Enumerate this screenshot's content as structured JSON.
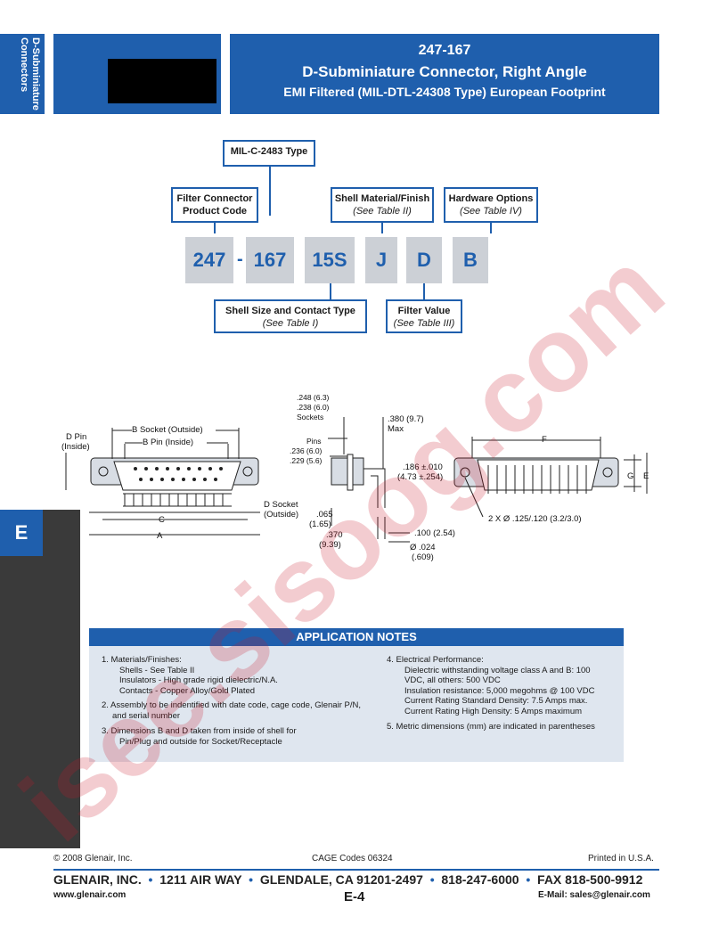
{
  "side_tab": {
    "text": "D-Subminiature Connectors"
  },
  "header": {
    "part_number": "247-167",
    "title": "D-Subminiature Connector, Right Angle",
    "subtitle": "EMI Filtered (MIL-DTL-24308 Type) European Footprint"
  },
  "ordering": {
    "mil_type": "MIL-C-2483 Type",
    "filter_code_l1": "Filter Connector",
    "filter_code_l2": "Product Code",
    "shell_label": "Shell Material/Finish",
    "shell_ref": "(See Table II)",
    "hardware_label": "Hardware Options",
    "hardware_ref": "(See Table IV)",
    "parts": [
      "247",
      "167",
      "15S",
      "J",
      "D",
      "B"
    ],
    "dash": "-",
    "size_label": "Shell Size and Contact Type",
    "size_ref": "(See Table I)",
    "filter_label": "Filter Value",
    "filter_ref": "(See Table III)"
  },
  "section_tab": {
    "letter": "E"
  },
  "drawing": {
    "d_pin_l1": "D Pin",
    "d_pin_l2": "(Inside)",
    "b_socket": "B Socket (Outside)",
    "b_pin": "B Pin (Inside)",
    "c_label": "C",
    "a_label": "A",
    "d_socket_l1": "D Socket",
    "d_socket_l2": "(Outside)",
    "sockets_l1": ".248 (6.3)",
    "sockets_l2": ".238 (6.0)",
    "sockets_l3": "Sockets",
    "pins_label": "Pins",
    "pins_l1": ".236 (6.0)",
    "pins_l2": ".229 (5.6)",
    "max_l1": ".380 (9.7)",
    "max_l2": "Max",
    "d186_l1": ".186 ±.010",
    "d186_l2": "(4.73 ±.254)",
    "d065_l1": ".065",
    "d065_l2": "(1.65)",
    "d370_l1": ".370",
    "d370_l2": "(9.39)",
    "d100": ".100 (2.54)",
    "d024_l1": "Ø .024",
    "d024_l2": "(.609)",
    "f_label": "F",
    "g_label": "G",
    "e_label": "E",
    "holes": "2 X Ø .125/.120 (3.2/3.0)"
  },
  "notes": {
    "heading": "APPLICATION NOTES",
    "n1": "1.  Materials/Finishes:",
    "n1a": "Shells - See Table II",
    "n1b": "Insulators - High grade rigid dielectric/N.A.",
    "n1c": "Contacts - Copper Alloy/Gold Plated",
    "n2a": "2.  Assembly to be indentified with date code, cage code, Glenair P/N,",
    "n2b": "and serial number",
    "n3a": "3.  Dimensions B and D taken from inside of shell for",
    "n3b": "Pin/Plug and outside for Socket/Receptacle",
    "n4": "4.  Electrical Performance:",
    "n4a": "Dielectric withstanding voltage class A and B: 100",
    "n4b": "VDC, all others: 500 VDC",
    "n4c": "Insulation resistance: 5,000 megohms @ 100 VDC",
    "n4d": "Current Rating Standard Density: 7.5 Amps max.",
    "n4e": "Current Rating High Density: 5 Amps maximum",
    "n5": "5.  Metric dimensions (mm) are indicated in parentheses"
  },
  "footer": {
    "copyright": "© 2008 Glenair, Inc.",
    "cage": "CAGE Codes 06324",
    "printed": "Printed in U.S.A.",
    "company": "GLENAIR, INC.",
    "address": "1211 AIR WAY",
    "city": "GLENDALE, CA 91201-2497",
    "phone": "818-247-6000",
    "fax": "FAX 818-500-9912",
    "web": "www.glenair.com",
    "page": "E-4",
    "email": "E-Mail: sales@glenair.com"
  },
  "watermark": {
    "text": "isee.sisoog.com"
  },
  "colors": {
    "brand_blue": "#1f5fad",
    "panel": "#dfe6ef",
    "watermark": "#c8182a"
  }
}
